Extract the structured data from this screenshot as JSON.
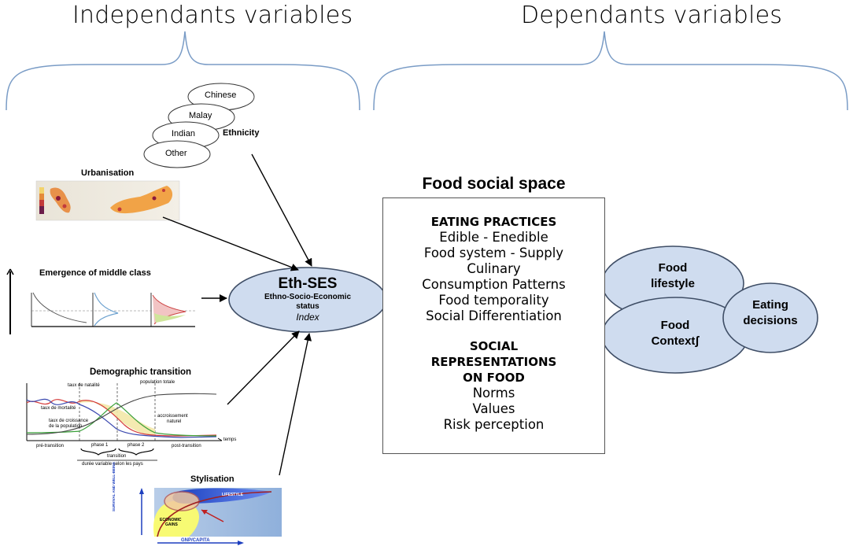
{
  "headers": {
    "independent": "Independants variables",
    "dependent": "Dependants variables"
  },
  "ethnicity": {
    "title": "Ethnicity",
    "groups": [
      "Chinese",
      "Malay",
      "Indian",
      "Other"
    ]
  },
  "urbanisation": {
    "title": "Urbanisation"
  },
  "middle_class": {
    "title": "Emergence of middle class"
  },
  "demographic": {
    "title": "Demographic transition",
    "labels": {
      "natalite": "taux de natalité",
      "mortalite": "taux de mortalité",
      "croissance_1": "taux de croissance",
      "croissance_2": "de la population",
      "pop_totale": "population totale",
      "accroissement_1": "accroissement",
      "accroissement_2": "naturel",
      "temps": "temps",
      "pre": "pré-transition",
      "phase1": "phase 1",
      "phase2": "phase 2",
      "post": "post-transition",
      "transition": "transition",
      "duree": "durée variable selon les pays"
    }
  },
  "stylisation": {
    "title": "Stylisation",
    "lifestyle": "LIFESTYLE",
    "economic_1": "ECONOMIC",
    "economic_2": "GAINS",
    "xlabel": "GNP/CAPITA",
    "ylabel": "SURVIVAL AND WELL-BEING"
  },
  "eth_ses": {
    "title": "Eth-SES",
    "subtitle_1": "Ethno-Socio-Economic",
    "subtitle_2": "status",
    "index": "Index"
  },
  "food_social_space": {
    "title": "Food social space",
    "eating_header": "EATING PRACTICES",
    "eating_items": [
      "Edible - Enedible",
      "Food system - Supply",
      "Culinary",
      "Consumption Patterns",
      "Food temporality",
      "Social Differentiation"
    ],
    "social_header": [
      "SOCIAL",
      "REPRESENTATIONS",
      "ON FOOD"
    ],
    "social_items": [
      "Norms",
      "Values",
      "Risk perception"
    ]
  },
  "venn": {
    "lifestyle": [
      "Food",
      "lifestyle"
    ],
    "context": [
      "Food",
      "Contextʃ"
    ],
    "decisions": [
      "Eating",
      "decisions"
    ]
  },
  "colors": {
    "brace": "#7a9cc6",
    "ellipse_fill": "#cfdcef",
    "ellipse_stroke": "#3f4e66"
  }
}
